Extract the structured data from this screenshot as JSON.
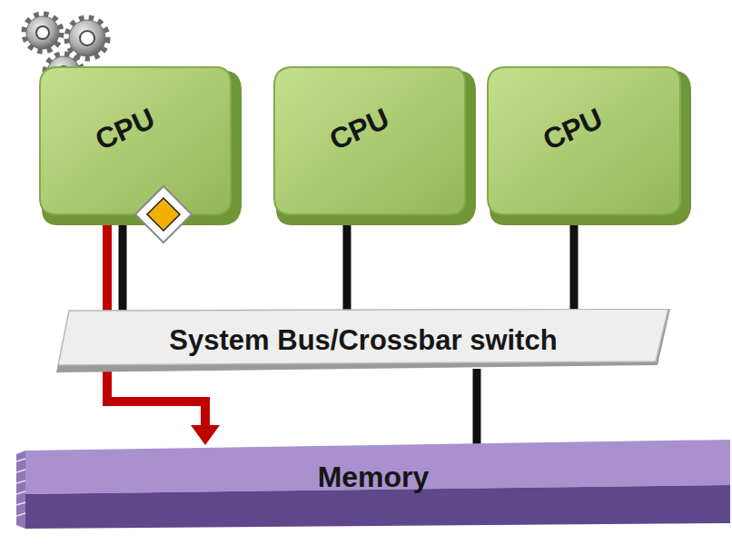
{
  "diagram": {
    "nodes": [
      {
        "text": [
          "CPU"
        ]
      },
      {
        "text": [
          "CPU"
        ]
      },
      {
        "text": [
          "CPU"
        ]
      },
      {
        "text": [
          "System Bus/Crossbar switch"
        ]
      },
      {
        "text": [
          "Memory"
        ]
      }
    ],
    "edges": [
      {
        "from": 0,
        "to": 3,
        "arrow": "none"
      },
      {
        "from": 1,
        "to": 3,
        "arrow": "none"
      },
      {
        "from": 2,
        "to": 3,
        "arrow": "none"
      },
      {
        "from": 3,
        "to": 4,
        "arrow": "none"
      },
      {
        "from": 0,
        "to": 4,
        "arrow": "to"
      }
    ]
  }
}
